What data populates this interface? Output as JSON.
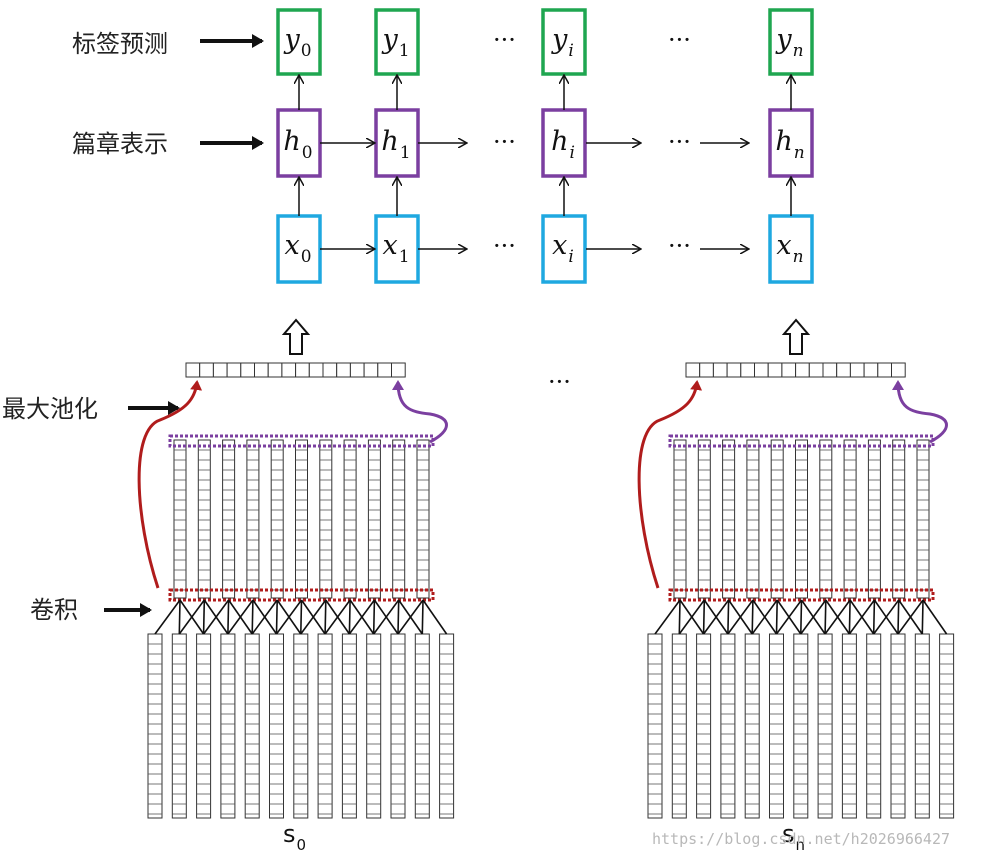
{
  "labels": {
    "label_pred": "标签预测",
    "doc_repr": "篇章表示",
    "max_pool": "最大池化",
    "conv": "卷积"
  },
  "nodes": {
    "y": [
      {
        "base": "y",
        "sub": "0"
      },
      {
        "base": "y",
        "sub": "1"
      },
      {
        "base": "y",
        "sub": "i"
      },
      {
        "base": "y",
        "sub": "n"
      }
    ],
    "h": [
      {
        "base": "h",
        "sub": "0"
      },
      {
        "base": "h",
        "sub": "1"
      },
      {
        "base": "h",
        "sub": "i"
      },
      {
        "base": "h",
        "sub": "n"
      }
    ],
    "x": [
      {
        "base": "x",
        "sub": "0"
      },
      {
        "base": "x",
        "sub": "1"
      },
      {
        "base": "x",
        "sub": "i"
      },
      {
        "base": "x",
        "sub": "n"
      }
    ]
  },
  "ellipsis": "···",
  "sentences": [
    {
      "base": "s",
      "sub": "0"
    },
    {
      "base": "s",
      "sub": "n"
    }
  ],
  "watermark": "https://blog.csdn.net/h2026966427",
  "colors": {
    "y_box": "#1fa650",
    "h_box": "#7b3fa0",
    "x_box": "#1fa8e0",
    "pool_arrow_left": "#b01c1c",
    "pool_arrow_right": "#7b3fa0",
    "conv_dashed": "#b01c1c",
    "pool_dashed": "#7b3fa0"
  }
}
